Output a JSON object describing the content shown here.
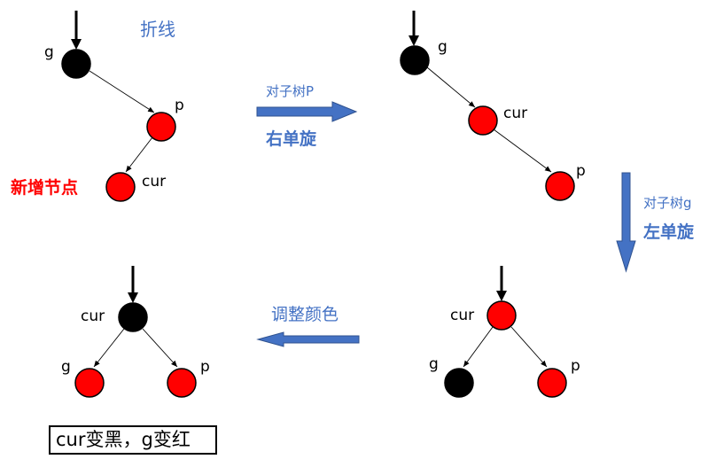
{
  "title": "折线",
  "colors": {
    "red_node": "#ff0000",
    "black_node": "#000000",
    "arrow_blue": "#4472c4",
    "text_blue": "#4472c4",
    "text_red": "#ff0000"
  },
  "annotations": {
    "new_node": "新增节点",
    "caption": "cur变黑，g变红"
  },
  "steps": [
    {
      "subtitle": "对子树P",
      "action": "右单旋",
      "direction": "right"
    },
    {
      "subtitle": "对子树g",
      "action": "左单旋",
      "direction": "down"
    },
    {
      "subtitle": "",
      "action": "调整颜色",
      "direction": "left"
    }
  ],
  "trees": [
    {
      "name": "initial",
      "nodes": [
        {
          "id": "g",
          "label": "g",
          "color": "black"
        },
        {
          "id": "p",
          "label": "p",
          "color": "red"
        },
        {
          "id": "cur",
          "label": "cur",
          "color": "red"
        }
      ],
      "edges": [
        [
          "g",
          "p"
        ],
        [
          "p",
          "cur"
        ]
      ]
    },
    {
      "name": "after-right-rotation",
      "nodes": [
        {
          "id": "g",
          "label": "g",
          "color": "black"
        },
        {
          "id": "cur",
          "label": "cur",
          "color": "red"
        },
        {
          "id": "p",
          "label": "p",
          "color": "red"
        }
      ],
      "edges": [
        [
          "g",
          "cur"
        ],
        [
          "cur",
          "p"
        ]
      ]
    },
    {
      "name": "after-left-rotation",
      "nodes": [
        {
          "id": "cur",
          "label": "cur",
          "color": "red"
        },
        {
          "id": "g",
          "label": "g",
          "color": "black"
        },
        {
          "id": "p",
          "label": "p",
          "color": "red"
        }
      ],
      "edges": [
        [
          "cur",
          "g"
        ],
        [
          "cur",
          "p"
        ]
      ]
    },
    {
      "name": "after-recolor",
      "nodes": [
        {
          "id": "cur",
          "label": "cur",
          "color": "black"
        },
        {
          "id": "g",
          "label": "g",
          "color": "red"
        },
        {
          "id": "p",
          "label": "p",
          "color": "red"
        }
      ],
      "edges": [
        [
          "cur",
          "g"
        ],
        [
          "cur",
          "p"
        ]
      ]
    }
  ]
}
